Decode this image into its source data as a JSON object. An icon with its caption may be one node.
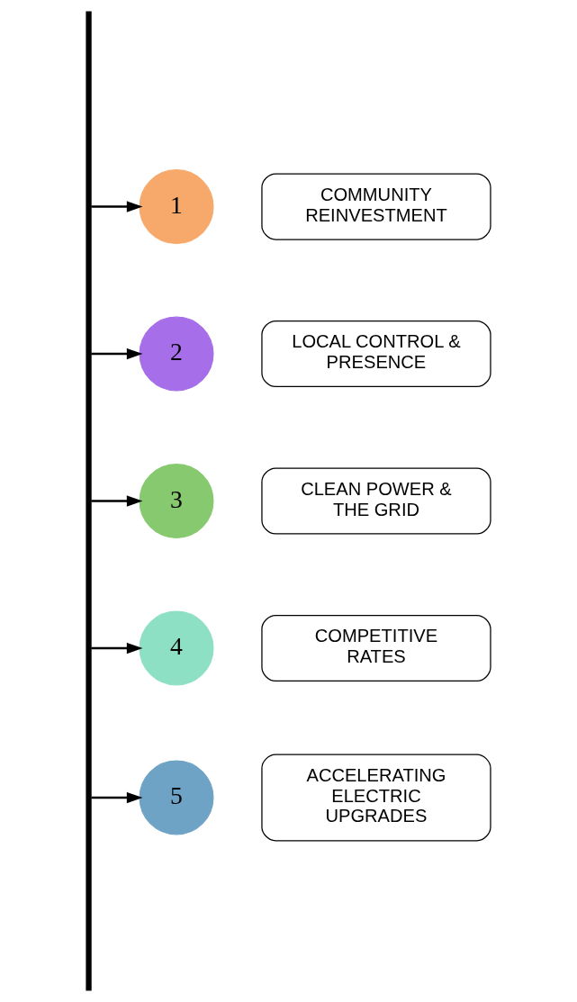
{
  "diagram": {
    "nodes": [
      {
        "text": [],
        "shape": "bar"
      },
      {
        "text": [
          "1"
        ]
      },
      {
        "text": [
          "COMMUNITY REINVESTMENT"
        ]
      },
      {
        "text": [
          "2"
        ]
      },
      {
        "text": [
          "LOCAL CONTROL & PRESENCE"
        ]
      },
      {
        "text": [
          "3"
        ]
      },
      {
        "text": [
          "CLEAN POWER & THE GRID"
        ]
      },
      {
        "text": [
          "4"
        ]
      },
      {
        "text": [
          "COMPETITIVE RATES"
        ]
      },
      {
        "text": [
          "5"
        ]
      },
      {
        "text": [
          "ACCELERATING ELECTRIC UPGRADES"
        ]
      }
    ],
    "edges": [
      {
        "from": 0,
        "to": 1,
        "arrow": "to"
      },
      {
        "from": 0,
        "to": 3,
        "arrow": "to"
      },
      {
        "from": 0,
        "to": 5,
        "arrow": "to"
      },
      {
        "from": 0,
        "to": 7,
        "arrow": "to"
      },
      {
        "from": 0,
        "to": 9,
        "arrow": "to"
      }
    ]
  }
}
